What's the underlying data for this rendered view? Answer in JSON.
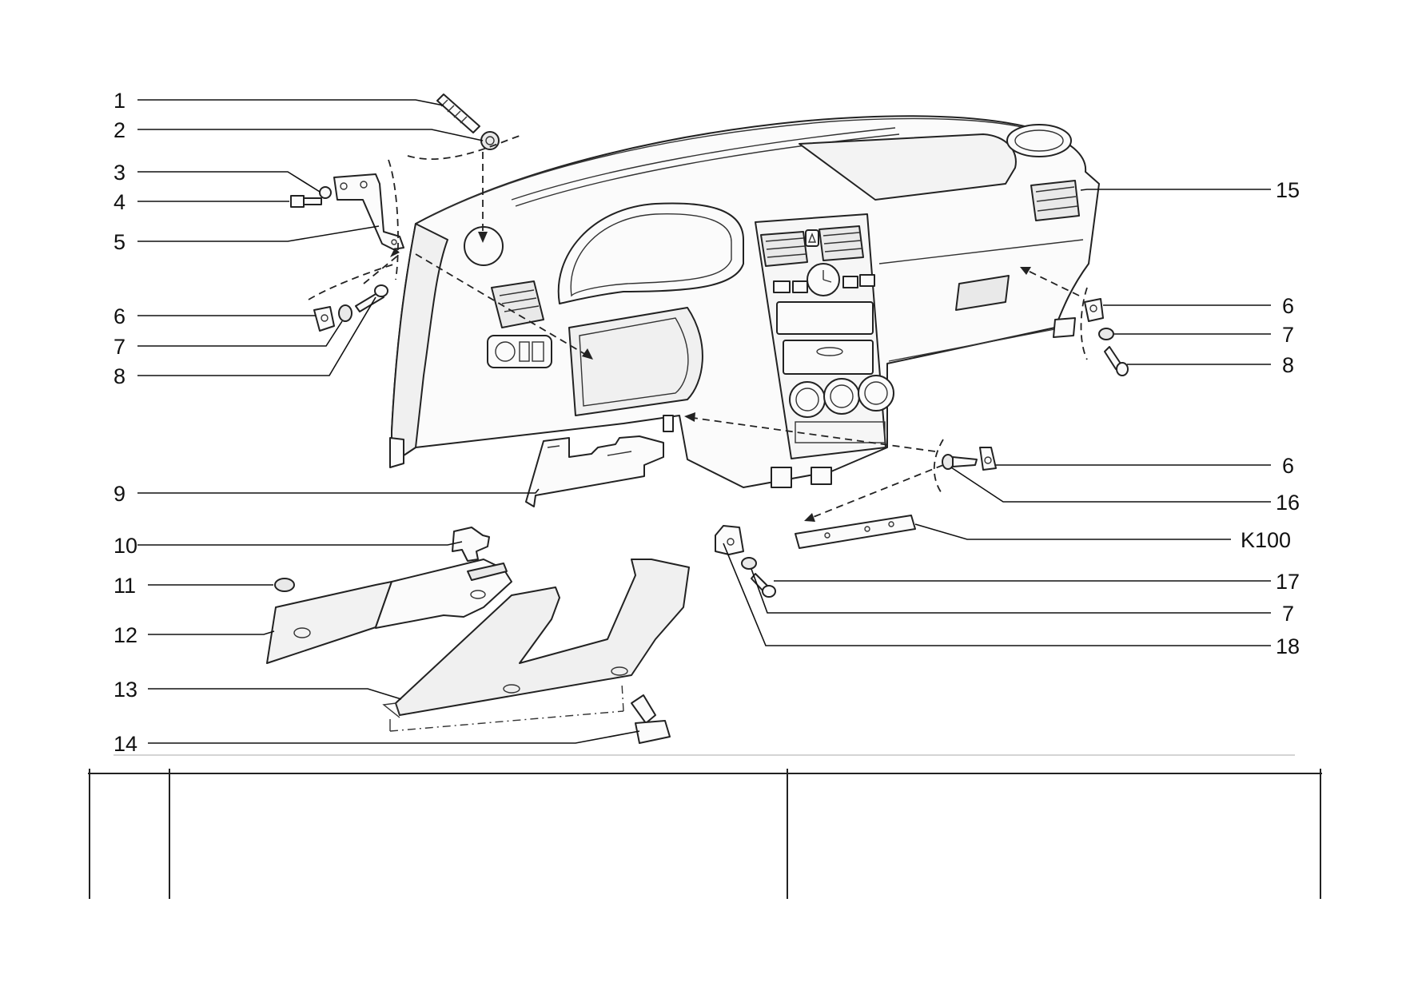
{
  "callouts": [
    {
      "id": "c1",
      "text": "1"
    },
    {
      "id": "c2",
      "text": "2"
    },
    {
      "id": "c3",
      "text": "3"
    },
    {
      "id": "c4",
      "text": "4"
    },
    {
      "id": "c5",
      "text": "5"
    },
    {
      "id": "c6a",
      "text": "6"
    },
    {
      "id": "c7a",
      "text": "7"
    },
    {
      "id": "c8a",
      "text": "8"
    },
    {
      "id": "c9",
      "text": "9"
    },
    {
      "id": "c10",
      "text": "10"
    },
    {
      "id": "c11",
      "text": "11"
    },
    {
      "id": "c12",
      "text": "12"
    },
    {
      "id": "c13",
      "text": "13"
    },
    {
      "id": "c14",
      "text": "14"
    },
    {
      "id": "c15",
      "text": "15"
    },
    {
      "id": "c6b",
      "text": "6"
    },
    {
      "id": "c7b",
      "text": "7"
    },
    {
      "id": "c8b",
      "text": "8"
    },
    {
      "id": "c6c",
      "text": "6"
    },
    {
      "id": "c16",
      "text": "16"
    },
    {
      "id": "ck100",
      "text": "K100"
    },
    {
      "id": "c17",
      "text": "17"
    },
    {
      "id": "c7c",
      "text": "7"
    },
    {
      "id": "c18",
      "text": "18"
    }
  ],
  "parts_table": {
    "columns": 3
  }
}
